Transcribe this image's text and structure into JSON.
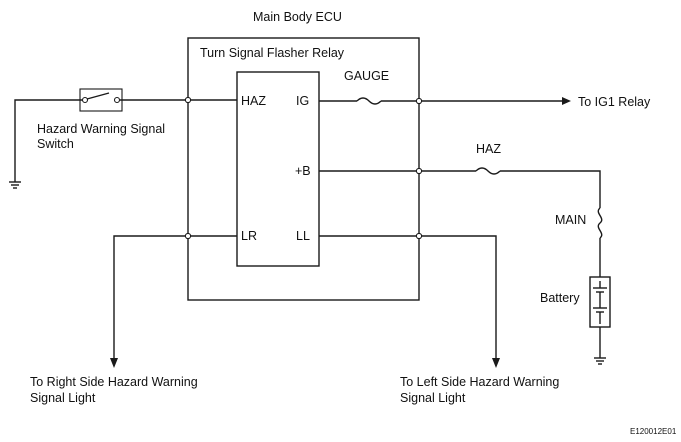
{
  "labels": {
    "main_body_ecu": "Main Body ECU",
    "flasher_relay": "Turn Signal Flasher Relay",
    "haz_terminal": "HAZ",
    "ig_terminal": "IG",
    "b_terminal": "+B",
    "lr_terminal": "LR",
    "ll_terminal": "LL",
    "gauge_fuse": "GAUGE",
    "haz_fuse": "HAZ",
    "main_fuse": "MAIN",
    "battery": "Battery",
    "hazard_switch_line1": "Hazard Warning Signal",
    "hazard_switch_line2": "Switch",
    "to_ig1": "To IG1 Relay",
    "right_line1": "To Right Side Hazard Warning",
    "right_line2": "Signal Light",
    "left_line1": "To Left Side Hazard Warning",
    "left_line2": "Signal Light",
    "figure_code": "E120012E01"
  }
}
